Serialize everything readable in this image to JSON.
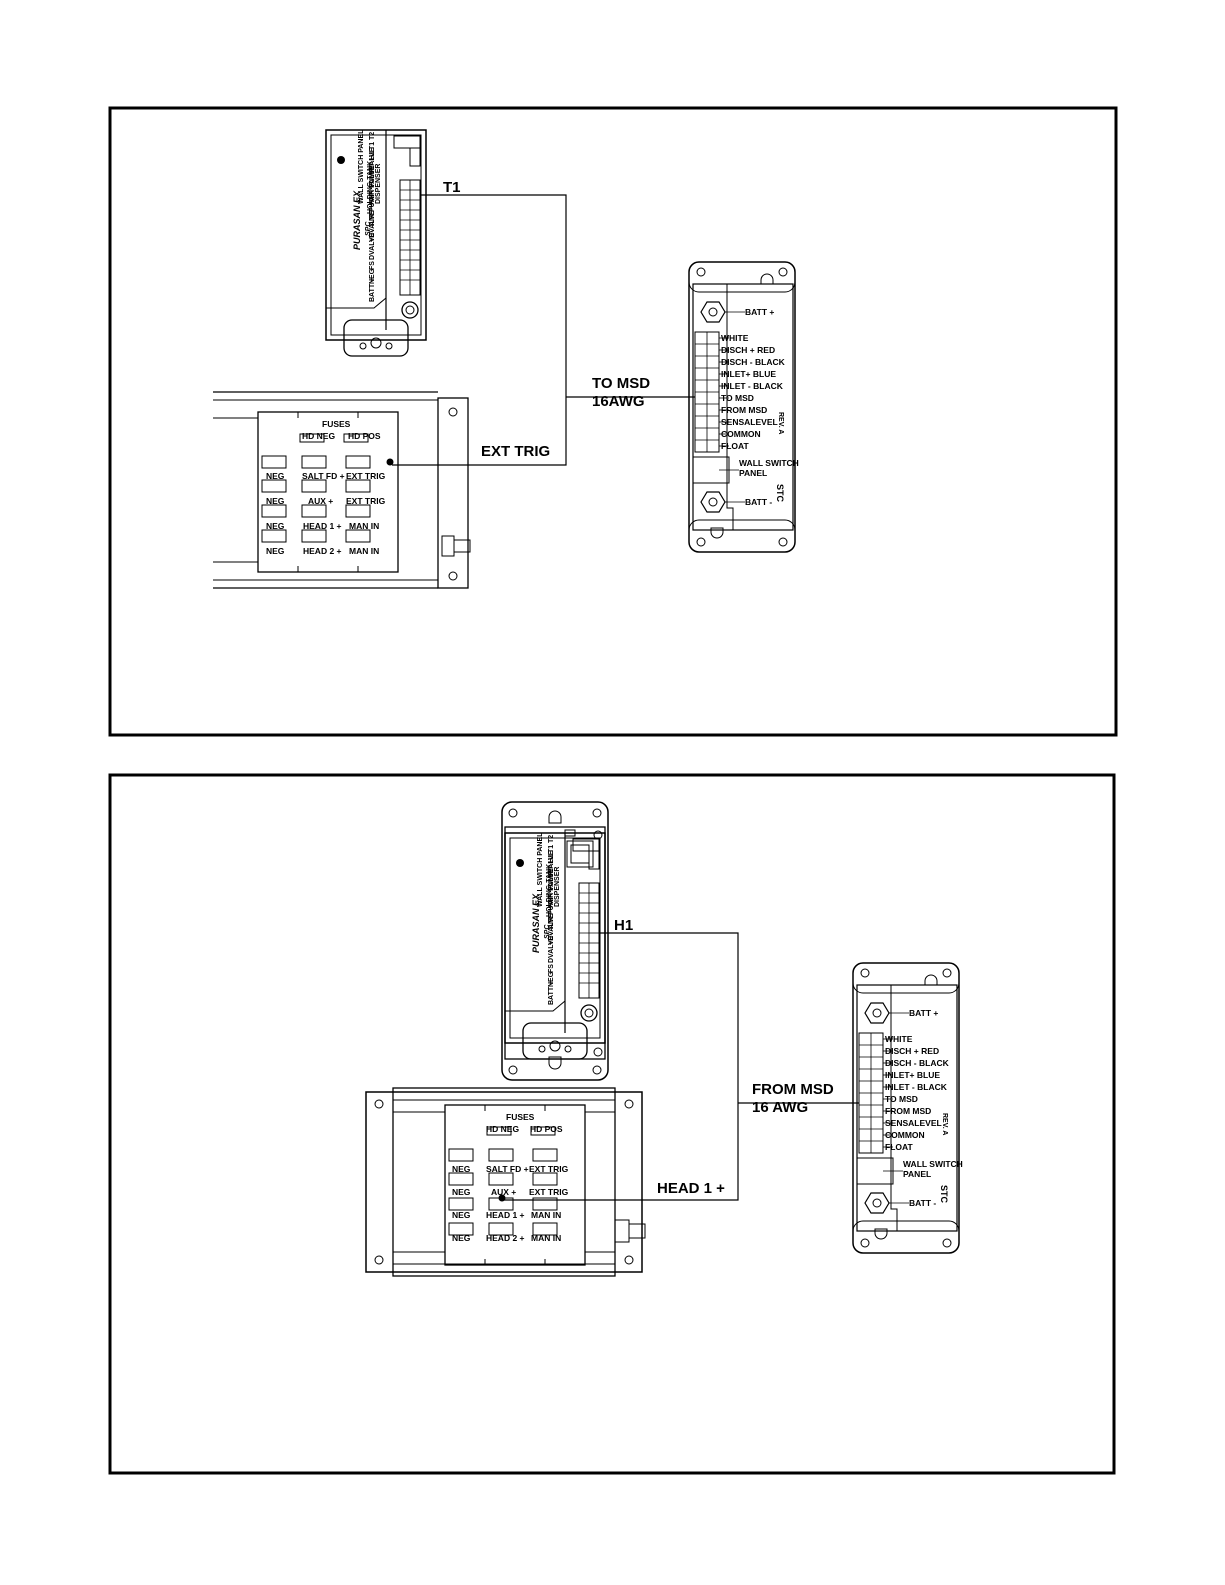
{
  "colors": {
    "ink": "#000000",
    "paper": "#ffffff"
  },
  "spc_labels": [
    "BATT +",
    "NEG",
    "FS",
    "DVALVE-",
    "+DVALVE",
    "AIR PUMP-",
    "+AIR PUMP",
    "VALVE-",
    "+VALVE",
    "H1",
    "T1",
    "T2"
  ],
  "spc_side_labels": [
    "HOLDING TANK",
    "WALL SWITCH PANEL",
    "DISPENSER"
  ],
  "spc_brand": "PURASAN EX",
  "spc_model": "SPC",
  "fuse_panel": {
    "title": "FUSES",
    "top_row": [
      "HD NEG",
      "HD POS"
    ],
    "col1": [
      "NEG",
      "NEG",
      "NEG",
      "NEG"
    ],
    "col2": [
      "SALT FD +",
      "AUX +",
      "HEAD 1 +",
      "HEAD 2 +"
    ],
    "col3": [
      "EXT TRIG",
      "EXT TRIG",
      "MAN IN",
      "MAN IN"
    ]
  },
  "stc": {
    "batt_pos": "BATT +",
    "batt_neg": "BATT -",
    "terminals": [
      "WHITE",
      "DISCH + RED",
      "DISCH - BLACK",
      "INLET+ BLUE",
      "INLET - BLACK",
      "TO MSD",
      "FROM MSD",
      "SENSALEVEL",
      "COMMON",
      "FLOAT"
    ],
    "switch_label_1": "WALL SWITCH",
    "switch_label_2": "PANEL",
    "name": "STC",
    "rev": "REV. A"
  },
  "panel1": {
    "spc_terminal": "T1",
    "wire_label_1": "TO MSD",
    "wire_label_2": "16AWG",
    "fuse_terminal": "EXT TRIG"
  },
  "panel2": {
    "spc_terminal": "H1",
    "wire_label_1": "FROM MSD",
    "wire_label_2": "16 AWG",
    "fuse_terminal": "HEAD 1 +"
  }
}
